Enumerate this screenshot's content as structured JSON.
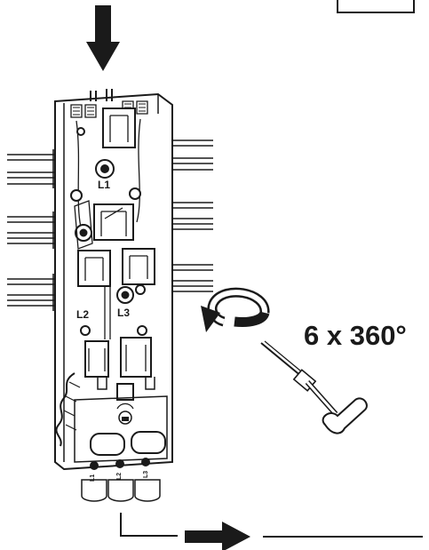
{
  "instruction": {
    "rotation_text": "6 x 360°"
  },
  "device": {
    "phase_labels": [
      "L1",
      "L2",
      "L3"
    ],
    "terminal_labels": [
      "L1",
      "L2",
      "L3"
    ]
  },
  "colors": {
    "ink": "#1a1a1a",
    "background": "#ffffff"
  },
  "icons": [
    "arrow-down-icon",
    "arrow-right-icon",
    "rotate-ccw-icon",
    "t-handle-screwdriver-icon",
    "unlock-icon"
  ]
}
